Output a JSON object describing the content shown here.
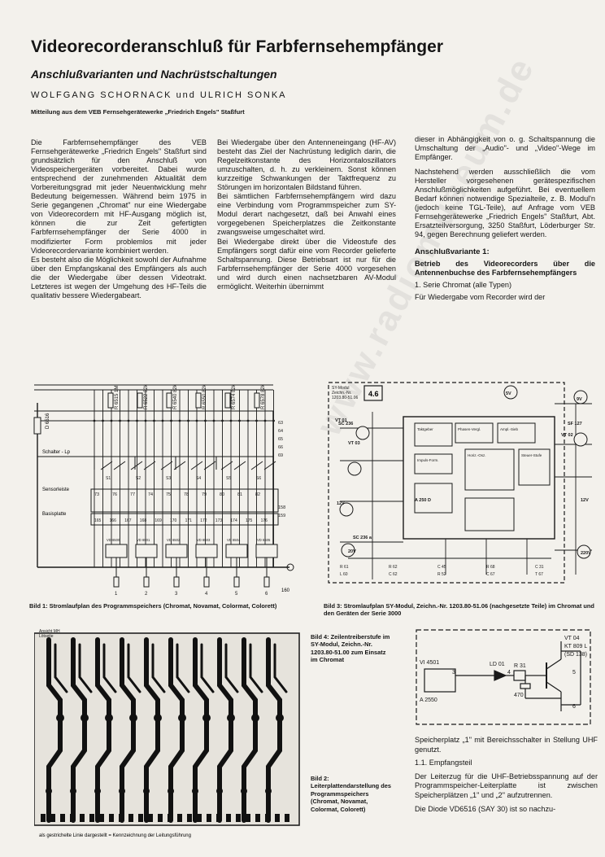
{
  "article": {
    "title": "Videorecorderanschluß für Farbfernsehempfänger",
    "subtitle": "Anschlußvarianten und Nachrüstschaltungen",
    "authors": "WOLFGANG SCHORNACK und ULRICH SONKA",
    "affiliation": "Mitteilung aus dem VEB Fernsehgerätewerke „Friedrich Engels\" Staßfurt"
  },
  "body": {
    "col1_p1": "Die Farbfernsehempfänger des VEB Fernsehgerätewerke „Friedrich Engels\" Staßfurt sind grundsätzlich für den Anschluß von Videospeichergeräten vorbereitet. Dabei wurde entsprechend der zunehmenden Aktualität dem Vorbereitungsgrad mit jeder Neuentwicklung mehr Bedeutung beigemessen. Während beim 1975 in Serie gegangenen „Chromat\" nur eine Wiedergabe von Videorecordern mit HF-Ausgang möglich ist, können die zur Zeit gefertigten Farbfernsehempfänger der Serie 4000 in modifizierter Form problemlos mit jeder Videorecordervariante kombiniert werden.",
    "col1_p2": "Es besteht also die Möglichkeit sowohl der Aufnahme über den Empfangskanal des Empfängers als auch die der Wiedergabe über dessen Videotrakt. Letzteres ist wegen der Umgehung des HF-Teils die qualitativ bessere Wiedergabeart.",
    "col2_p1": "Bei Wiedergabe über den Antenneneingang (HF-AV) besteht das Ziel der Nachrüstung lediglich darin, die Regelzeitkonstante des Horizontaloszillators umzuschalten, d. h. zu verkleinern. Sonst können kurzzeitige Schwankungen der Taktfrequenz zu Störungen im horizontalen Bildstand führen.",
    "col2_p2": "Bei sämtlichen Farbfernsehempfängern wird dazu eine Verbindung vom Programmspeicher zum SY-Modul derart nachgesetzt, daß bei Anwahl eines vorgegebenen Speicherplatzes die Zeitkonstante zwangsweise umgeschaltet wird.",
    "col2_p3": "Bei Wiedergabe direkt über die Videostufe des Empfängers sorgt dafür eine vom Recorder gelieferte Schaltspannung. Diese Betriebsart ist nur für die Farbfernsehempfänger der Serie 4000 vorgesehen und wird durch einen nachsetzbaren AV-Modul ermöglicht. Weiterhin übernimmt",
    "col3_p1": "dieser in Abhängigkeit von o. g. Schaltspannung die Umschaltung der „Audio\"- und „Video\"-Wege im Empfänger.",
    "col3_p2": "Nachstehend werden ausschließlich die vom Hersteller vorgesehenen gerätespezifischen Anschlußmöglichkeiten aufgeführt. Bei eventuellem Bedarf können notwendige Spezialteile, z. B. Modul'n (jedoch keine TGL-Teile), auf Anfrage vom VEB Fernsehgerätewerke „Friedrich Engels\" Staßfurt, Abt. Ersatzteilversorgung, 3250 Staßfurt, Löderburger Str. 94, gegen Berechnung geliefert werden.",
    "col3_head": "Anschlußvariante 1:",
    "col3_bold": "Betrieb des Videorecorders über die Antennenbuchse des Farbfernsehempfängers",
    "col3_item": "1. Serie Chromat (alle Typen)",
    "col3_p3": "Für Wiedergabe vom Recorder wird der"
  },
  "figures": {
    "fig1_caption": "Bild 1: Stromlaufplan des Programmspeichers (Chromat, Novamat, Colormat, Colorett)",
    "fig1_label_top": "Sensorleiste",
    "fig1_label_cg": "Schalter - Lp",
    "fig1_label_bottom": "Basisplatte",
    "fig1_top_values": [
      "R 6515 1M",
      "R 6522 82k",
      "R 6540 82k",
      "R 6550 82k",
      "R 6574 82k",
      "R 6578 82k"
    ],
    "fig1_nodes_top": [
      "73",
      "76",
      "77",
      "74",
      "75",
      "78",
      "79",
      "80",
      "81",
      "82"
    ],
    "fig1_nodes_bottom": [
      "165",
      "166",
      "167",
      "168",
      "169",
      "170",
      "171",
      "172",
      "173",
      "174",
      "175",
      "176"
    ],
    "fig1_diode": "D 6516",
    "fig1_side_labels": [
      "63",
      "64",
      "65",
      "66",
      "69"
    ],
    "fig1_switch_labels": [
      "S1",
      "S2",
      "S3",
      "S4",
      "S5",
      "S6"
    ],
    "fig1_pins": [
      "1",
      "2",
      "3",
      "4",
      "5",
      "6"
    ],
    "fig1_right_labels": [
      "158",
      "159"
    ],
    "fig1_end_label": "160",
    "fig1_vd_labels": [
      "VD 6500",
      "VD 6501",
      "VD 6502",
      "VD 6503",
      "VD 6504",
      "VD 6505"
    ],
    "fig3_caption": "Bild 3: Stromlaufplan SY-Modul, Zeichn.-Nr. 1203.80-51.06 (nachgesetzte Teile) im Chromat und den Geräten der Serie 3000",
    "fig3_box": "4.6",
    "fig3_title_lines": [
      "SY-Modul",
      "Zeichn.-Nr.",
      "1203.80-51.06"
    ],
    "fig3_labels": [
      "SC 236",
      "SF 127",
      "A 250 D",
      "SC 236 a",
      "12V",
      "12V",
      "20V",
      "5V",
      "220V",
      "9V",
      "VT 01",
      "VT 02",
      "VT 03"
    ],
    "fig3_small_labels": [
      "R 61",
      "R 62",
      "C 45",
      "R 68",
      "C 31",
      "L 60",
      "C 62",
      "R 52",
      "C 67",
      "T 67"
    ],
    "fig3_block_labels": [
      "Taktgeber",
      "Phasen-Vergl.",
      "Ampl.-Sieb",
      "Impuls-Form.",
      "Horiz.-Osz.",
      "Steuer-Stufe"
    ],
    "fig4_caption": "Bild 4: Zeilentreiberstufe im SY-Modul, Zeichn.-Nr. 1203.80-51.00 zum Einsatz im Chromat",
    "fig4_labels": [
      "VI 4501",
      "A 2550",
      "LD 01",
      "R 31",
      "470",
      "VT 04",
      "KT 809 L",
      "(SD 138)",
      "3",
      "4",
      "5",
      "6"
    ],
    "fig2_caption": "Bild 2: Leiterplattendarstellung des Programmspeichers (Chromat, Novamat, Colormat, Colorett)",
    "fig2_bottom_note": "als gestrichelte Linie dargestellt = Kennzeichnung der Leitungsführung",
    "fig2_top_labels": [
      "Ansicht MH",
      "Lötseite"
    ]
  },
  "bottom_text": {
    "p1": "Speicherplatz „1\" mit Bereichsschalter in Stellung UHF genutzt.",
    "item": "1.1. Empfangsteil",
    "p2_a": "Der Leiterzug für die UHF-Betriebsspannung auf der Programmspeicher-Leiterplatte ist zwischen Speicherplätzen „1\" und „2\" aufzutrennen.",
    "p3": "Die Diode VD6516 (SAY 30) ist so nachzu-"
  },
  "watermark": "www.radiomuseum.de"
}
